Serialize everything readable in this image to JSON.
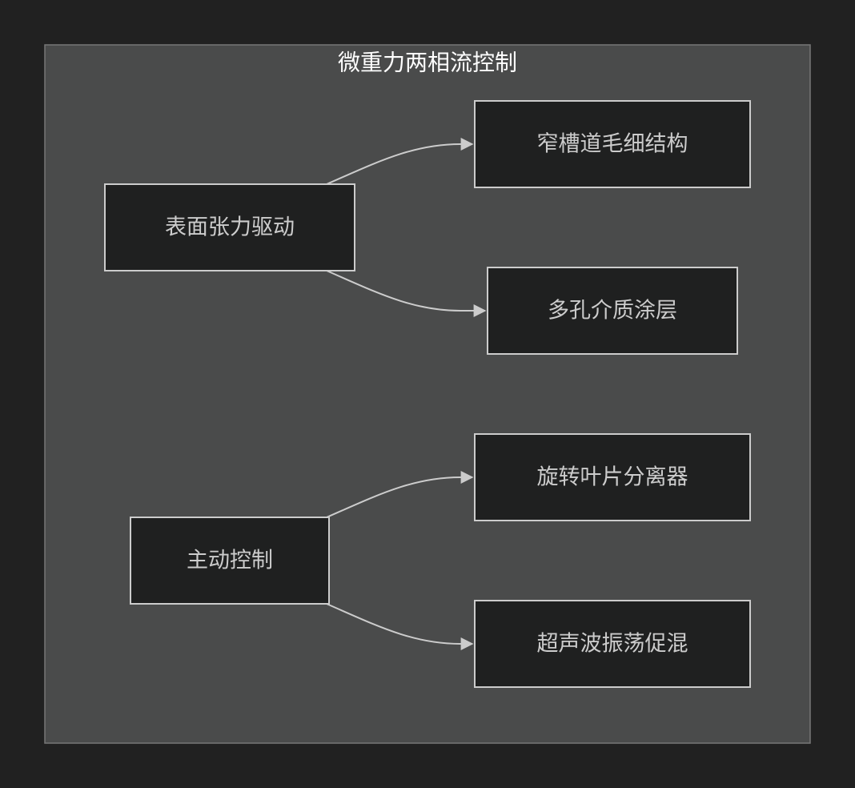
{
  "colors": {
    "background": "#212121",
    "cluster": "#4a4b4b",
    "node_fill": "#1f2020",
    "stroke": "#cccccc",
    "title": "#ffffff"
  },
  "cluster": {
    "title": "微重力两相流控制"
  },
  "nodes": {
    "a": "表面张力驱动",
    "b": "窄槽道毛细结构",
    "c": "多孔介质涂层",
    "d": "主动控制",
    "e": "旋转叶片分离器",
    "f": "超声波振荡促混"
  },
  "edges": [
    [
      "a",
      "b"
    ],
    [
      "a",
      "c"
    ],
    [
      "d",
      "e"
    ],
    [
      "d",
      "f"
    ]
  ]
}
